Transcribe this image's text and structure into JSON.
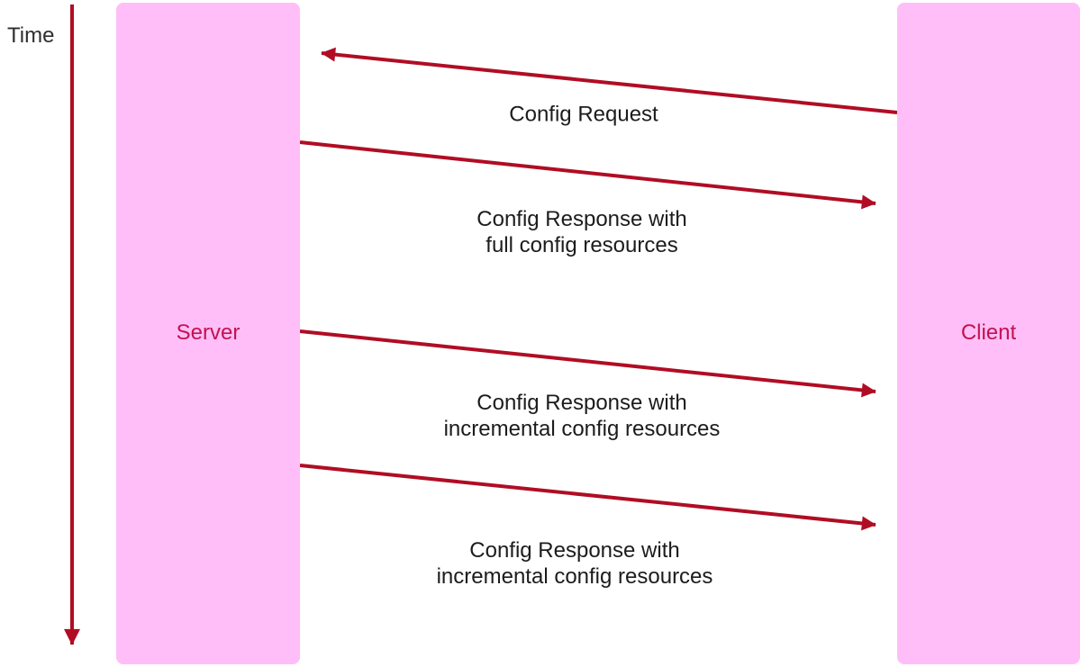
{
  "diagram": {
    "type": "sequence-diagram",
    "timeline": {
      "label": "Time",
      "direction": "down"
    },
    "entities": {
      "server": {
        "label": "Server"
      },
      "client": {
        "label": "Client"
      }
    },
    "messages": [
      {
        "from": "client",
        "to": "server",
        "label": "Config Request"
      },
      {
        "from": "server",
        "to": "client",
        "label": "Config Response with\nfull config resources"
      },
      {
        "from": "server",
        "to": "client",
        "label": "Config Response with\nincremental config resources"
      },
      {
        "from": "server",
        "to": "client",
        "label": "Config Response with\nincremental config resources"
      }
    ]
  },
  "colors": {
    "entity_fill": "#FFBEF8",
    "entity_label": "#C1134E",
    "arrow": "#B00D24",
    "message_text": "#1C1C1C",
    "time_text": "#2E2E2E"
  }
}
